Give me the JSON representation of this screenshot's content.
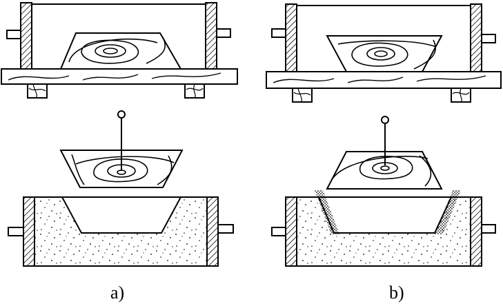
{
  "figure": {
    "panels": [
      {
        "id": "a",
        "label": "a)"
      },
      {
        "id": "b",
        "label": "b)"
      }
    ],
    "colors": {
      "ink": "#000000",
      "paper": "#ffffff"
    }
  }
}
